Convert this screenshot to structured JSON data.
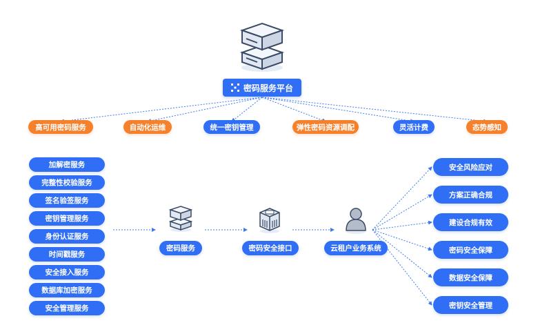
{
  "platform": {
    "label": "密码服务平台",
    "icon": "platform-grid-icon"
  },
  "top_features": [
    "高可用密码服务",
    "自动化运维",
    "统一密钥管理",
    "弹性密码资源调配",
    "灵活计费",
    "态势感知"
  ],
  "left_services": [
    "加解密服务",
    "完整性校验服务",
    "签名验签服务",
    "密钥管理服务",
    "身份认证服务",
    "时间戳服务",
    "安全接入服务",
    "数据库加密服务",
    "安全管理服务"
  ],
  "flow": {
    "crypto_service": "密码服务",
    "security_interface": "密码安全接口",
    "cloud_tenant": "云租户业务系统"
  },
  "outcomes": [
    "安全风险应对",
    "方案正确合规",
    "建设合规有效",
    "密码安全保障",
    "数据安全保障",
    "密钥安全管理"
  ],
  "colors": {
    "primary": "#2f6ef5",
    "accent": "#f5812d",
    "line": "#3a7af0"
  },
  "icons": {
    "server": "server-icon",
    "interface": "interface-device-icon",
    "user": "user-icon"
  }
}
